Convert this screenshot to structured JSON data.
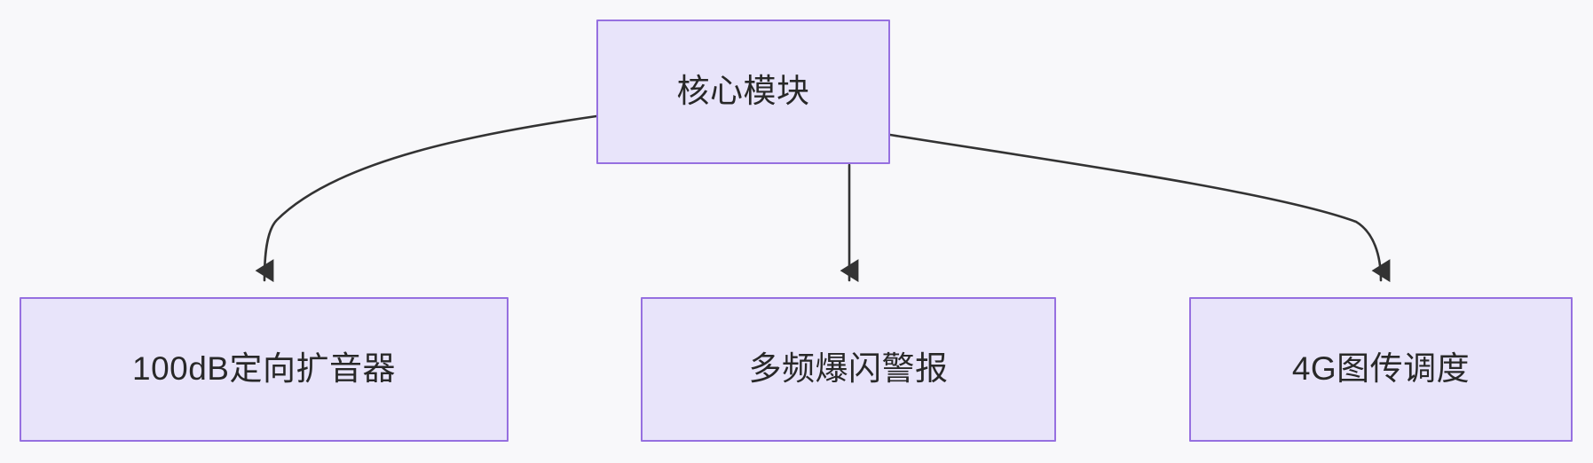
{
  "diagram": {
    "type": "flowchart",
    "direction": "top-down",
    "background_color": "#f8f8fa",
    "node_fill_color": "#e8e4fa",
    "node_border_color": "#9670e0",
    "node_text_color": "#282828",
    "edge_color": "#333333",
    "nodes": [
      {
        "id": "root",
        "label": "核心模块",
        "role": "parent"
      },
      {
        "id": "amp",
        "label": "100dB定向扩音器",
        "role": "child"
      },
      {
        "id": "alarm",
        "label": "多频爆闪警报",
        "role": "child"
      },
      {
        "id": "video",
        "label": "4G图传调度",
        "role": "child"
      }
    ],
    "edges": [
      {
        "from": "核心模块",
        "to": "100dB定向扩音器",
        "style": "curved-arrow"
      },
      {
        "from": "核心模块",
        "to": "多频爆闪警报",
        "style": "straight-arrow"
      },
      {
        "from": "核心模块",
        "to": "4G图传调度",
        "style": "curved-arrow"
      }
    ]
  }
}
